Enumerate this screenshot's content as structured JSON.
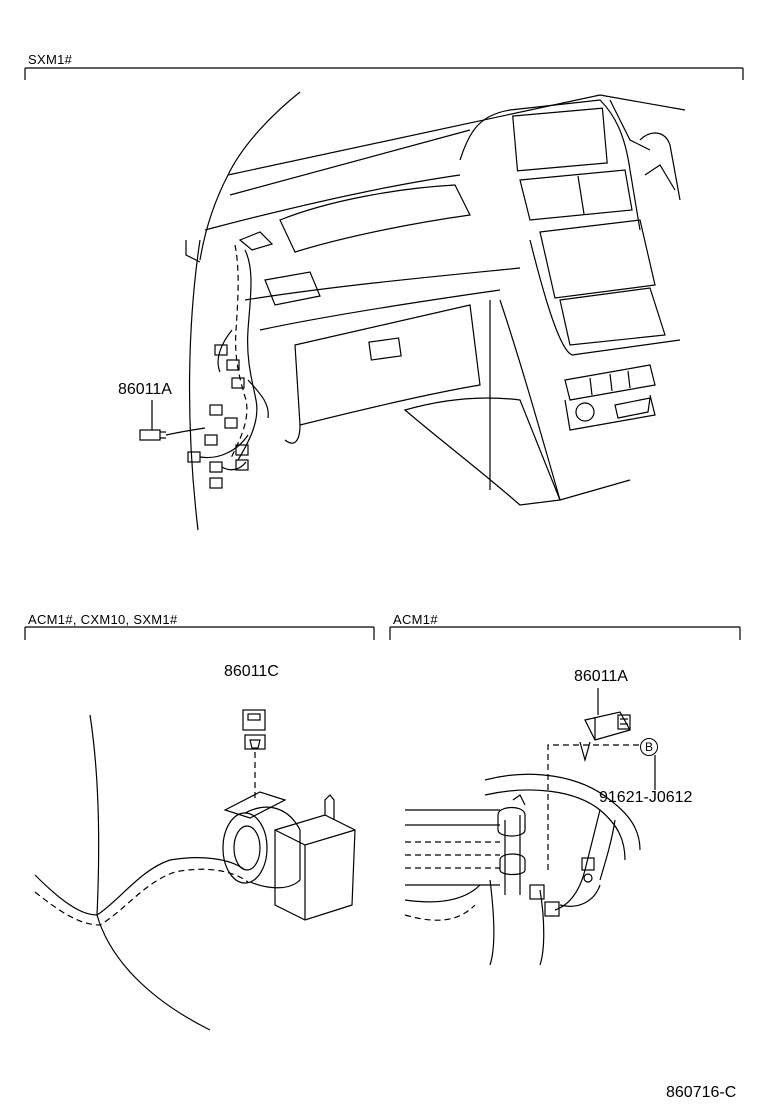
{
  "sections": {
    "top": {
      "label": "SXM1#"
    },
    "bottom_left": {
      "label": "ACM1#, CXM10, SXM1#"
    },
    "bottom_right": {
      "label": "ACM1#"
    }
  },
  "parts": {
    "top_connector": "86011A",
    "bottom_left_connector": "86011C",
    "bottom_right_connector": "86011A",
    "bolt_part": "91621-J0612",
    "bolt_ref_letter": "B"
  },
  "footer": {
    "diagram_code": "860716-C"
  }
}
